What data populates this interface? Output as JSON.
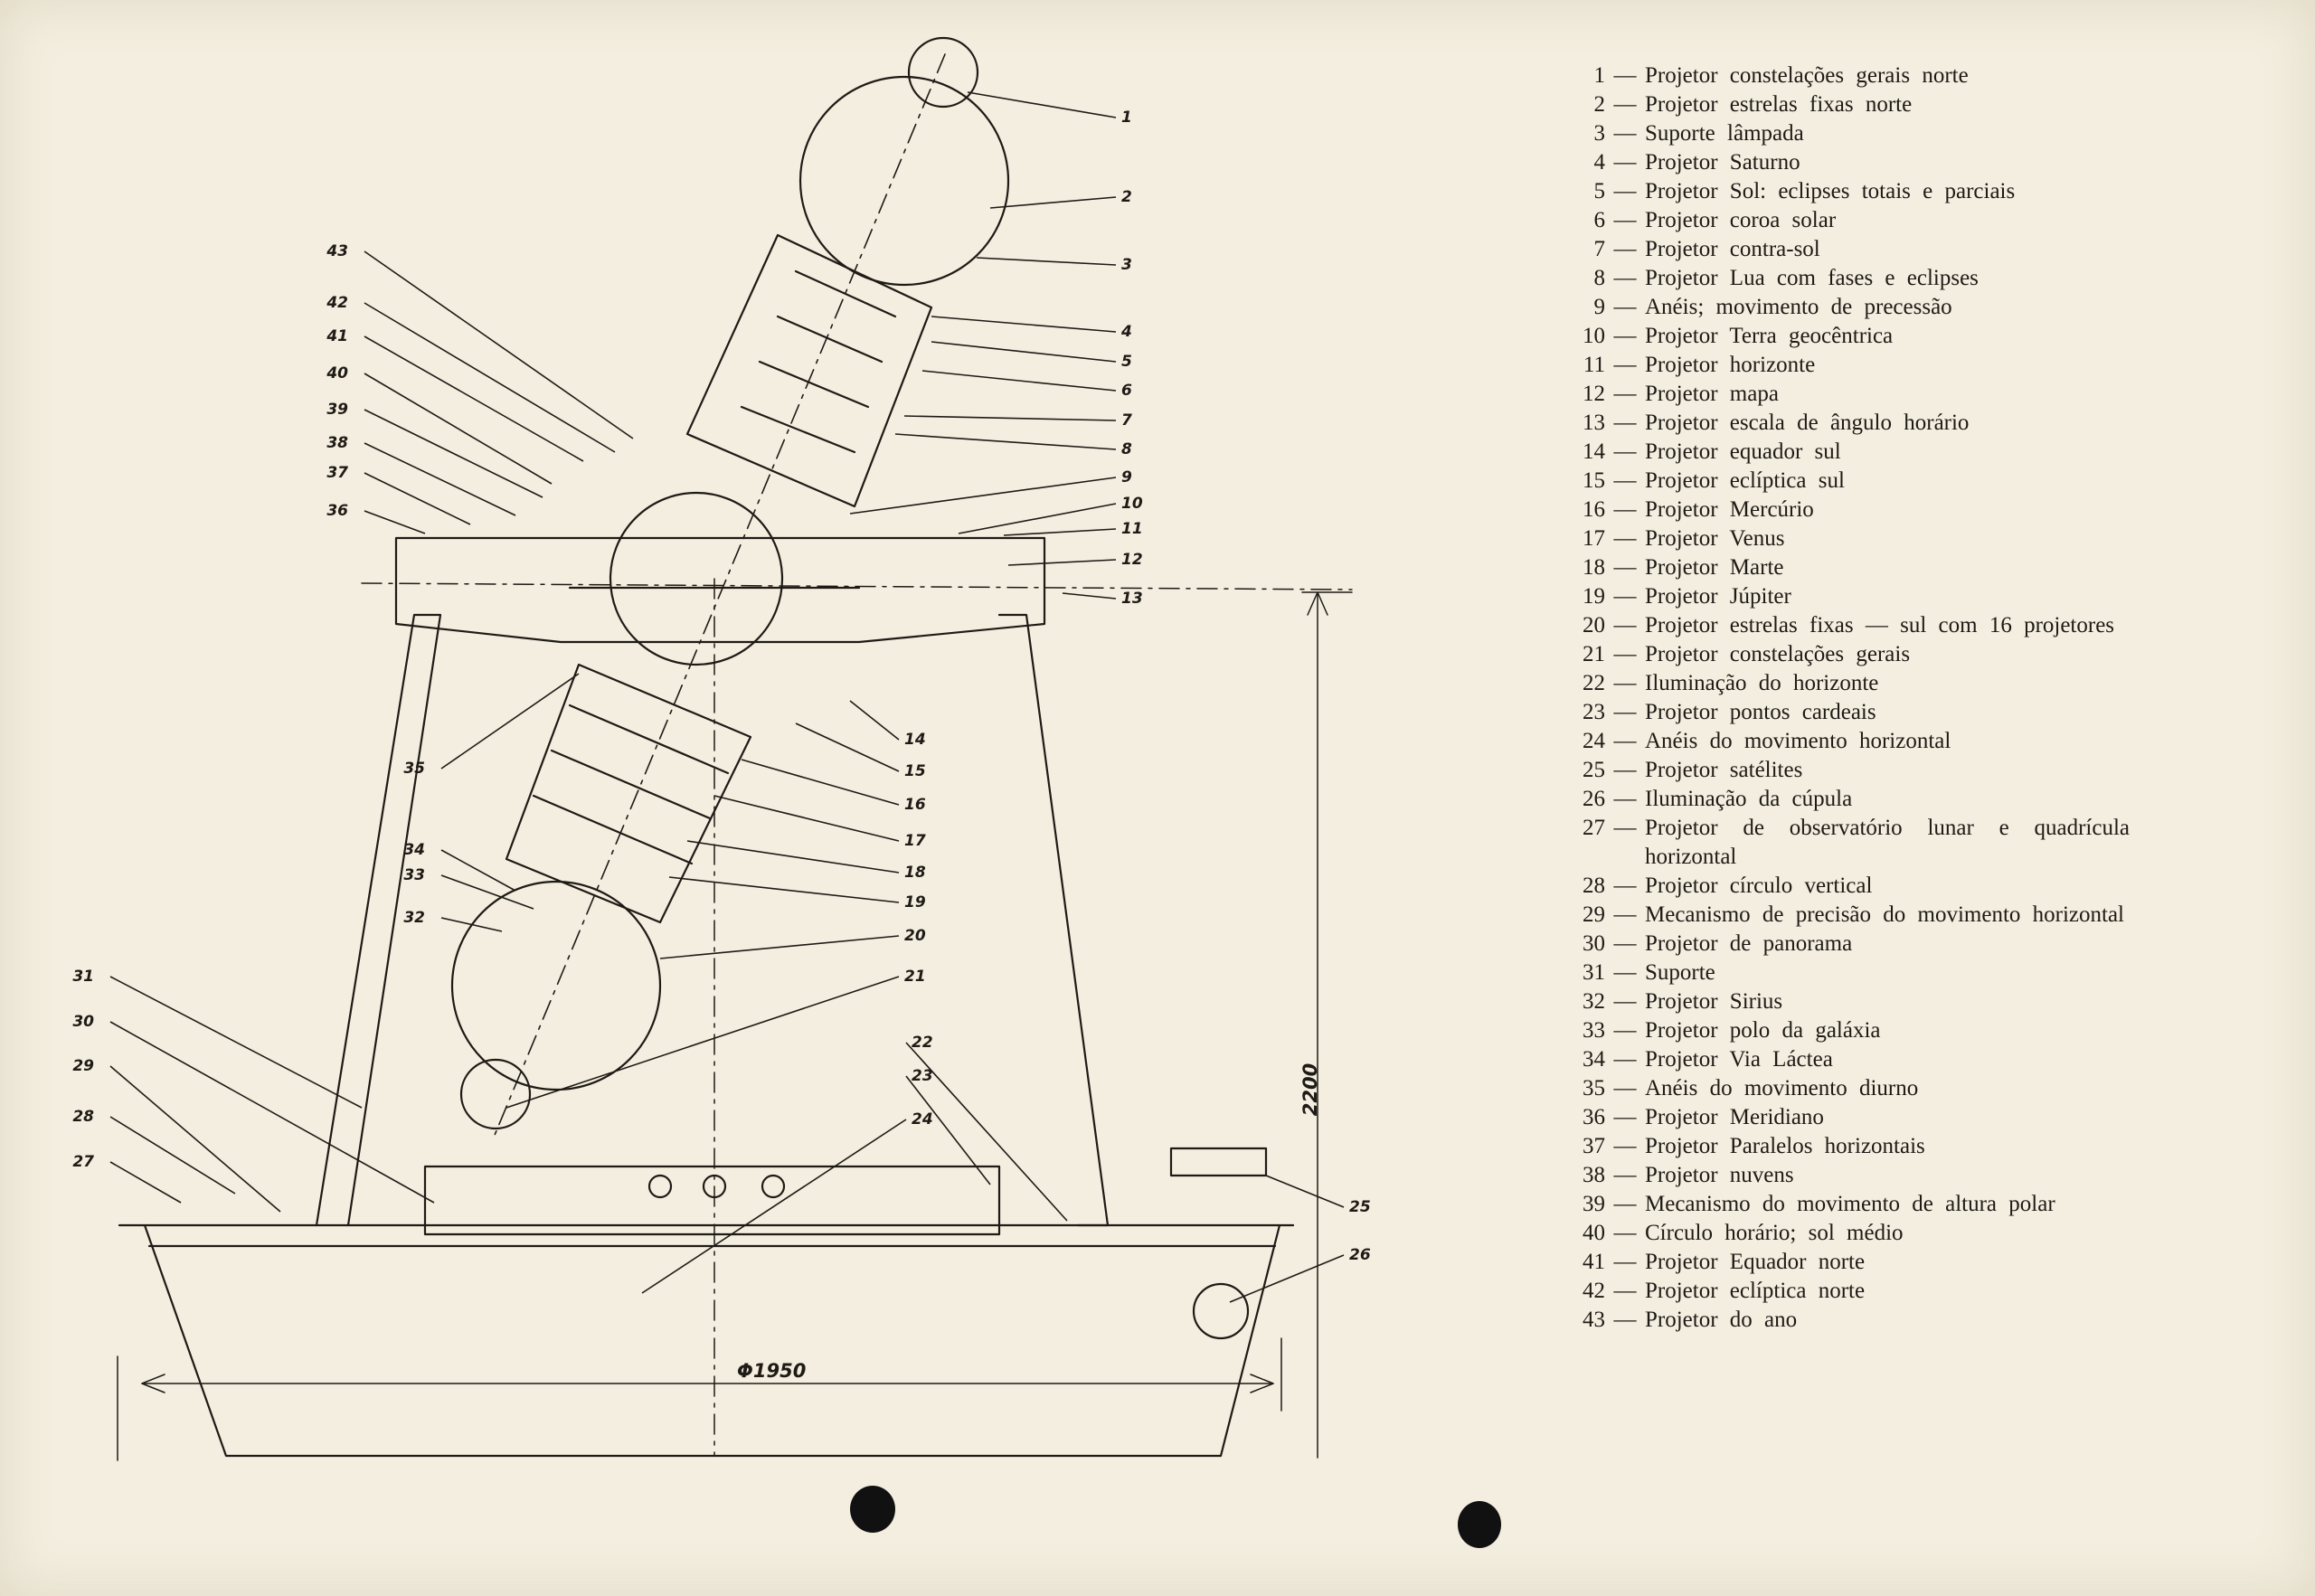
{
  "diagram": {
    "callouts": [
      "1",
      "2",
      "3",
      "4",
      "5",
      "6",
      "7",
      "8",
      "9",
      "10",
      "11",
      "12",
      "13",
      "14",
      "15",
      "16",
      "17",
      "18",
      "19",
      "20",
      "21",
      "22",
      "23",
      "24",
      "25",
      "26",
      "27",
      "28",
      "29",
      "30",
      "31",
      "32",
      "33",
      "34",
      "35",
      "36",
      "37",
      "38",
      "39",
      "40",
      "41",
      "42",
      "43"
    ],
    "dimension_height": "2200",
    "dimension_diameter": "Φ1950"
  },
  "legend": [
    {
      "num": "1",
      "text": "Projetor constelações gerais norte"
    },
    {
      "num": "2",
      "text": "Projetor estrelas fixas norte"
    },
    {
      "num": "3",
      "text": "Suporte lâmpada"
    },
    {
      "num": "4",
      "text": "Projetor Saturno"
    },
    {
      "num": "5",
      "text": "Projetor Sol: eclipses totais e parciais"
    },
    {
      "num": "6",
      "text": "Projetor coroa solar"
    },
    {
      "num": "7",
      "text": "Projetor contra-sol"
    },
    {
      "num": "8",
      "text": "Projetor Lua com fases e eclipses"
    },
    {
      "num": "9",
      "text": "Anéis; movimento de precessão"
    },
    {
      "num": "10",
      "text": "Projetor Terra geocêntrica"
    },
    {
      "num": "11",
      "text": "Projetor horizonte"
    },
    {
      "num": "12",
      "text": "Projetor mapa"
    },
    {
      "num": "13",
      "text": "Projetor escala de ângulo horário"
    },
    {
      "num": "14",
      "text": "Projetor equador sul"
    },
    {
      "num": "15",
      "text": "Projetor eclíptica sul"
    },
    {
      "num": "16",
      "text": "Projetor Mercúrio"
    },
    {
      "num": "17",
      "text": "Projetor Venus"
    },
    {
      "num": "18",
      "text": "Projetor Marte"
    },
    {
      "num": "19",
      "text": "Projetor Júpiter"
    },
    {
      "num": "20",
      "text": "Projetor estrelas fixas — sul com 16 projetores"
    },
    {
      "num": "21",
      "text": "Projetor constelações gerais"
    },
    {
      "num": "22",
      "text": "Iluminação do horizonte"
    },
    {
      "num": "23",
      "text": "Projetor pontos cardeais"
    },
    {
      "num": "24",
      "text": "Anéis do movimento horizontal"
    },
    {
      "num": "25",
      "text": "Projetor satélites"
    },
    {
      "num": "26",
      "text": "Iluminação da cúpula"
    },
    {
      "num": "27",
      "text": "Projetor de observatório lunar e quadrícula horizontal"
    },
    {
      "num": "28",
      "text": "Projetor círculo vertical"
    },
    {
      "num": "29",
      "text": "Mecanismo de precisão do movimento horizontal"
    },
    {
      "num": "30",
      "text": "Projetor de panorama"
    },
    {
      "num": "31",
      "text": "Suporte"
    },
    {
      "num": "32",
      "text": "Projetor Sirius"
    },
    {
      "num": "33",
      "text": "Projetor polo da galáxia"
    },
    {
      "num": "34",
      "text": "Projetor Via Láctea"
    },
    {
      "num": "35",
      "text": "Anéis do movimento diurno"
    },
    {
      "num": "36",
      "text": "Projetor Meridiano"
    },
    {
      "num": "37",
      "text": "Projetor Paralelos horizontais"
    },
    {
      "num": "38",
      "text": "Projetor nuvens"
    },
    {
      "num": "39",
      "text": "Mecanismo do movimento de altura polar"
    },
    {
      "num": "40",
      "text": "Círculo horário; sol médio"
    },
    {
      "num": "41",
      "text": "Projetor Equador norte"
    },
    {
      "num": "42",
      "text": "Projetor eclíptica norte"
    },
    {
      "num": "43",
      "text": "Projetor do ano"
    }
  ]
}
